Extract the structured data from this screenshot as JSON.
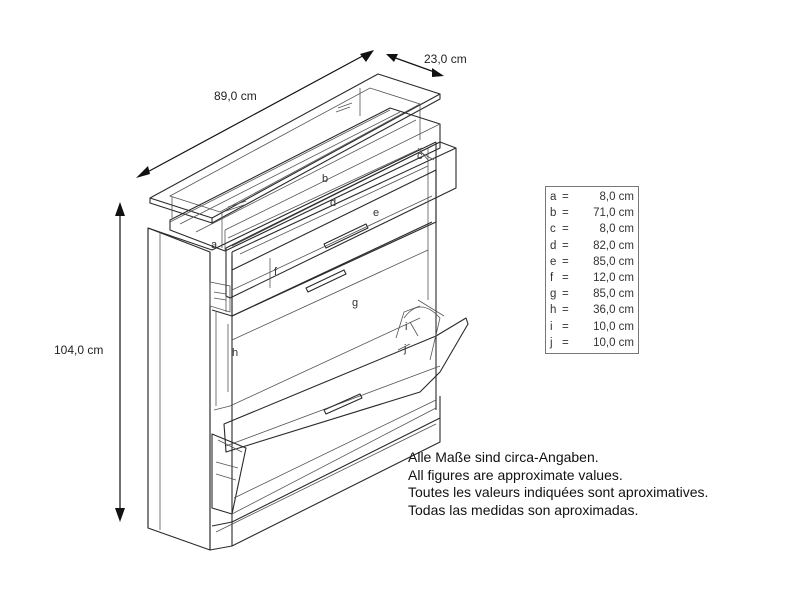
{
  "dimensions": {
    "width": "89,0 cm",
    "depth": "23,0 cm",
    "height": "104,0 cm"
  },
  "part_labels": [
    "a",
    "b",
    "c",
    "d",
    "e",
    "f",
    "g",
    "h",
    "i",
    "j"
  ],
  "legend": [
    {
      "key": "a",
      "value": "8,0 cm"
    },
    {
      "key": "b",
      "value": "71,0 cm"
    },
    {
      "key": "c",
      "value": "8,0 cm"
    },
    {
      "key": "d",
      "value": "82,0 cm"
    },
    {
      "key": "e",
      "value": "85,0 cm"
    },
    {
      "key": "f",
      "value": "12,0 cm"
    },
    {
      "key": "g",
      "value": "85,0 cm"
    },
    {
      "key": "h",
      "value": "36,0 cm"
    },
    {
      "key": "i",
      "value": "10,0 cm"
    },
    {
      "key": "j",
      "value": "10,0 cm"
    }
  ],
  "notes": [
    "Alle Maße sind circa-Angaben.",
    "All figures are approximate values.",
    "Toutes les valeurs indiquées sont aproximatives.",
    "Todas las medidas son aproximadas."
  ]
}
